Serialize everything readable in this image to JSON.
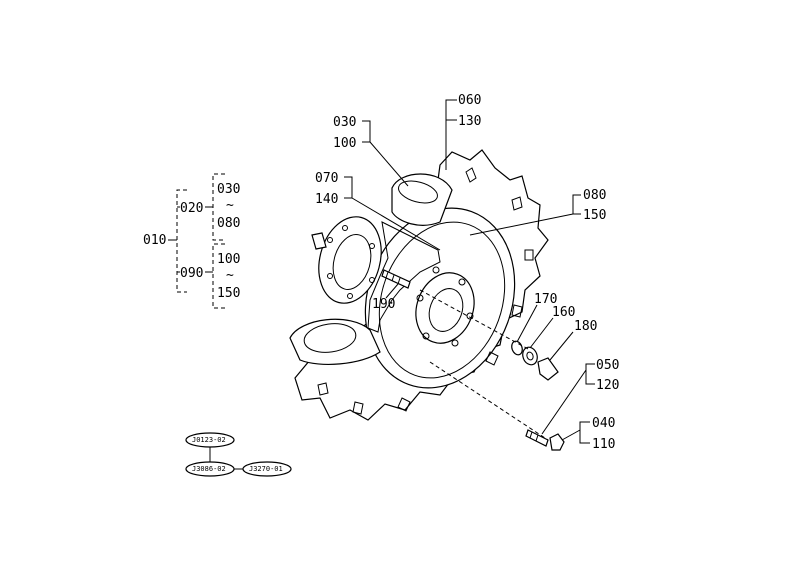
{
  "labels": {
    "p060": "060",
    "p130": "130",
    "p030a": "030",
    "p100a": "100",
    "p070": "070",
    "p140": "140",
    "p080": "080",
    "p150": "150",
    "p190": "190",
    "p170": "170",
    "p160": "160",
    "p180": "180",
    "p050": "050",
    "p120": "120",
    "p040": "040",
    "p110": "110"
  },
  "tree": {
    "root": "010",
    "group1": "020",
    "group1_from": "030",
    "group1_sep": "~",
    "group1_to": "080",
    "group2": "090",
    "group2_from": "100",
    "group2_sep": "~",
    "group2_to": "150"
  },
  "refs": {
    "r1": "J0123-02",
    "r2": "J3086-02",
    "r3": "J3270-01"
  }
}
